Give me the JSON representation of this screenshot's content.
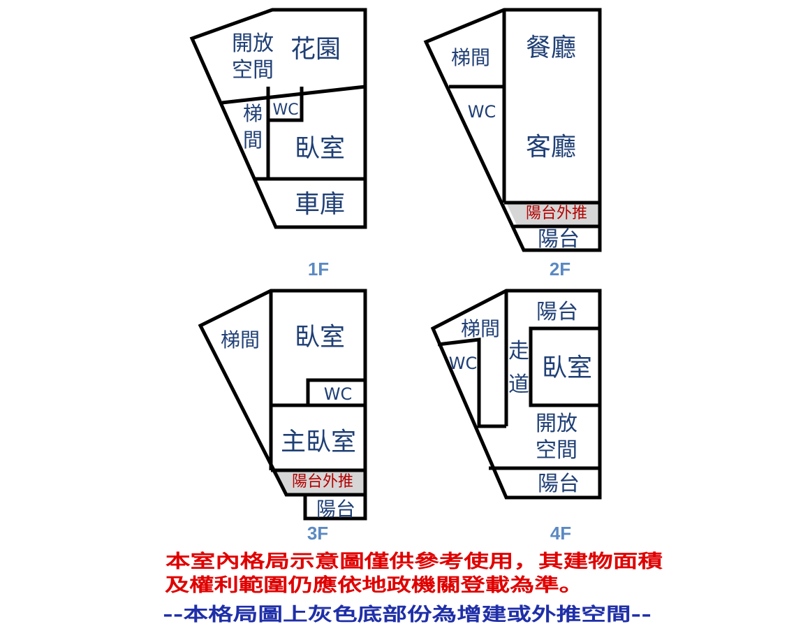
{
  "floors": {
    "f1": {
      "label": "1F",
      "rooms": {
        "open1": "開放",
        "open2": "空間",
        "garden": "花園",
        "stair1": "梯",
        "stair2": "間",
        "wc": "WC",
        "bedroom": "臥室",
        "garage": "車庫"
      }
    },
    "f2": {
      "label": "2F",
      "rooms": {
        "stair": "梯間",
        "dining": "餐廳",
        "wc": "WC",
        "living": "客廳",
        "balcony_ext": "陽台外推",
        "balcony": "陽台"
      }
    },
    "f3": {
      "label": "3F",
      "rooms": {
        "stair": "梯間",
        "bedroom": "臥室",
        "wc": "WC",
        "master": "主臥室",
        "balcony_ext": "陽台外推",
        "balcony": "陽台"
      }
    },
    "f4": {
      "label": "4F",
      "rooms": {
        "balcony_top": "陽台",
        "stair": "梯間",
        "wc": "WC",
        "corridor1": "走",
        "corridor2": "道",
        "bedroom": "臥室",
        "open1": "開放",
        "open2": "空間",
        "balcony_bottom": "陽台"
      }
    }
  },
  "notes": {
    "line1": "本室內格局示意圖僅供參考使用，其建物面積",
    "line2": "及權利範圍仍應依地政機關登載為準。",
    "line3": "--本格局圖上灰色底部份為增建或外推空間--"
  },
  "colors": {
    "room_text": "#1f3f75",
    "floor_label": "#5b89c2",
    "note_red": "#e00000",
    "note_blue": "#1f2fa8",
    "extension_gray": "#d6d6d6"
  }
}
